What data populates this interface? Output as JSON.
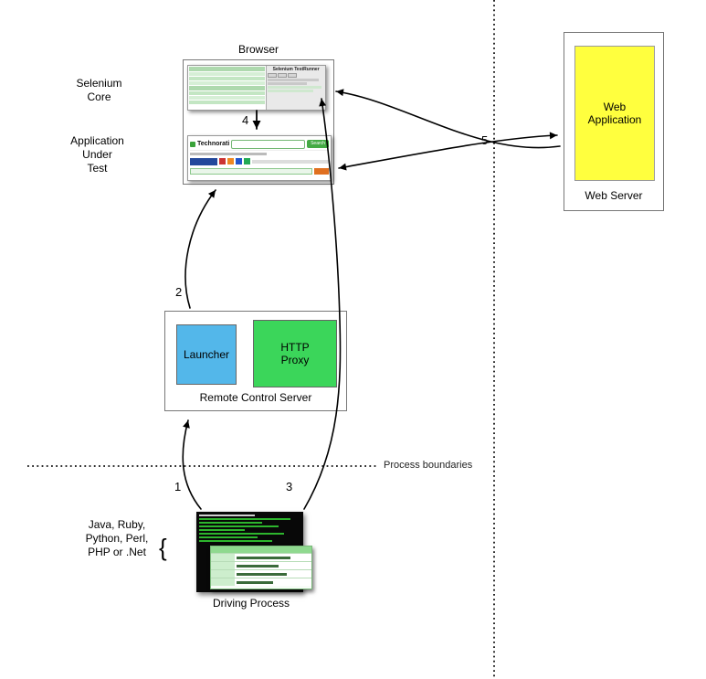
{
  "labels": {
    "browser": "Browser",
    "selenium_core": "Selenium\nCore",
    "application_under_test": "Application\nUnder\nTest",
    "web_application": "Web\nApplication",
    "web_server": "Web Server",
    "launcher": "Launcher",
    "http_proxy": "HTTP\nProxy",
    "remote_control_server": "Remote Control Server",
    "process_boundaries": "Process boundaries",
    "languages": "Java, Ruby,\nPython, Perl,\nPHP or .Net",
    "languages_brace": "{",
    "driving_process": "Driving Process"
  },
  "arrows": {
    "step1": "1",
    "step2": "2",
    "step3": "3",
    "step4": "4",
    "step5": "5"
  },
  "browser_content": {
    "testrunner_title": "Selenium TestRunner",
    "technorati_logo": "Technorati",
    "search_button": "Search"
  },
  "colors": {
    "web_application": "#ffff3e",
    "launcher": "#53b7ea",
    "http_proxy": "#3bd65a",
    "arrow": "#000000"
  }
}
